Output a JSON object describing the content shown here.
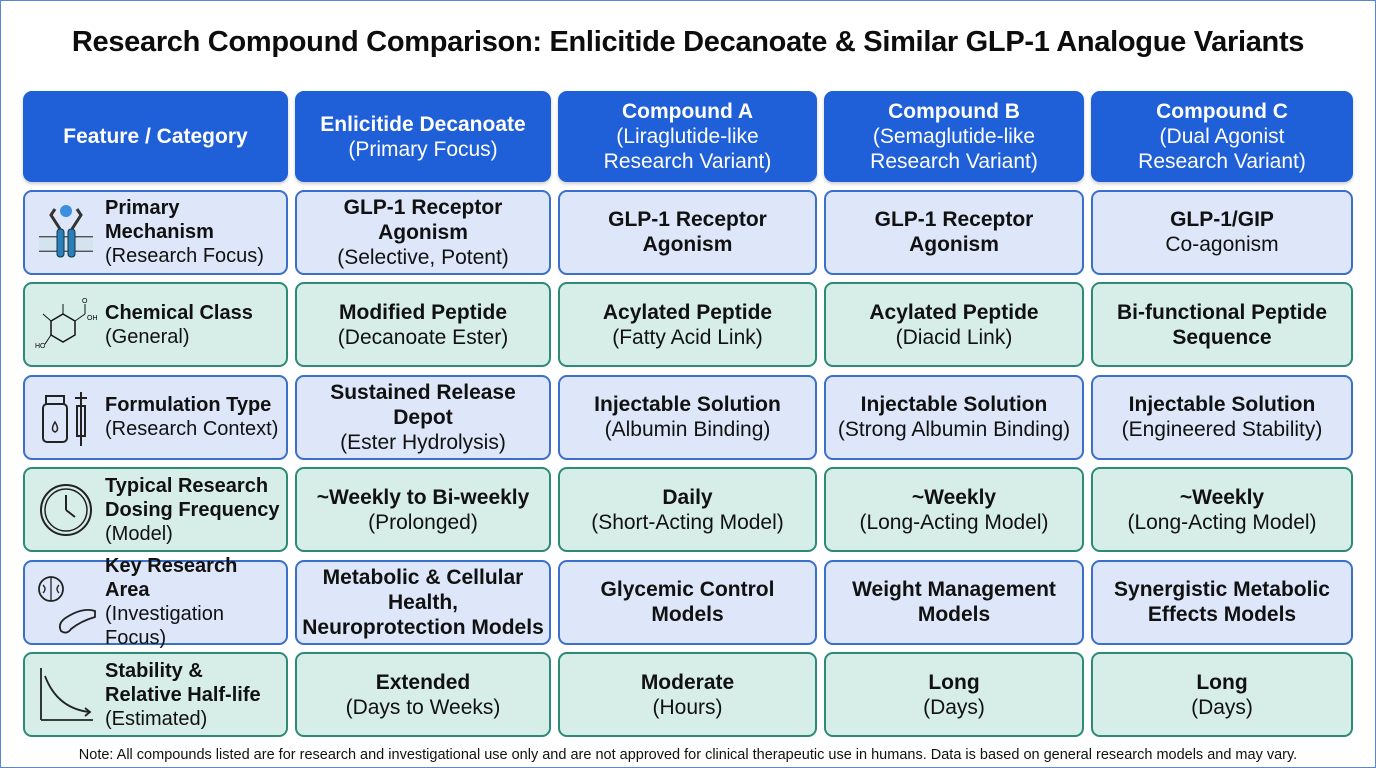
{
  "title": "Research Compound Comparison: Enlicitide Decanoate & Similar GLP-1 Analogue Variants",
  "header": [
    [
      {
        "t": "Feature / Category",
        "b": true
      }
    ],
    [
      {
        "t": "Enlicitide Decanoate",
        "b": true
      },
      {
        "t": "(Primary Focus)",
        "b": false
      }
    ],
    [
      {
        "t": "Compound A",
        "b": true
      },
      {
        "t": "(Liraglutide-like",
        "b": false
      },
      {
        "t": "Research Variant)",
        "b": false
      }
    ],
    [
      {
        "t": "Compound B",
        "b": true
      },
      {
        "t": "(Semaglutide-like",
        "b": false
      },
      {
        "t": "Research Variant)",
        "b": false
      }
    ],
    [
      {
        "t": "Compound C",
        "b": true
      },
      {
        "t": "(Dual Agonist",
        "b": false
      },
      {
        "t": "Research Variant)",
        "b": false
      }
    ]
  ],
  "rows": [
    {
      "icon": "receptor-icon",
      "tone": "blue",
      "cells": [
        [
          {
            "t": "Primary",
            "b": true
          },
          {
            "t": "Mechanism",
            "b": true
          },
          {
            "t": "(Research Focus)",
            "b": false
          }
        ],
        [
          {
            "t": "GLP-1 Receptor",
            "b": true
          },
          {
            "t": "Agonism",
            "b": true
          },
          {
            "t": "(Selective, Potent)",
            "b": false
          }
        ],
        [
          {
            "t": "GLP-1 Receptor",
            "b": true
          },
          {
            "t": "Agonism",
            "b": true
          }
        ],
        [
          {
            "t": "GLP-1 Receptor",
            "b": true
          },
          {
            "t": "Agonism",
            "b": true
          }
        ],
        [
          {
            "t": "GLP-1/GIP",
            "b": true
          },
          {
            "t": "Co-agonism",
            "b": false
          }
        ]
      ]
    },
    {
      "icon": "chemical-structure-icon",
      "tone": "green",
      "icon_labels": [
        "HO",
        "OH",
        "O"
      ],
      "cells": [
        [
          {
            "t": "Chemical Class",
            "b": true
          },
          {
            "t": "(General)",
            "b": false
          }
        ],
        [
          {
            "t": "Modified Peptide",
            "b": true
          },
          {
            "t": "(Decanoate Ester)",
            "b": false
          }
        ],
        [
          {
            "t": "Acylated Peptide",
            "b": true
          },
          {
            "t": "(Fatty Acid Link)",
            "b": false
          }
        ],
        [
          {
            "t": "Acylated Peptide",
            "b": true
          },
          {
            "t": "(Diacid Link)",
            "b": false
          }
        ],
        [
          {
            "t": "Bi-functional Peptide",
            "b": true
          },
          {
            "t": "Sequence",
            "b": true
          }
        ]
      ]
    },
    {
      "icon": "vial-syringe-icon",
      "tone": "blue",
      "cells": [
        [
          {
            "t": "Formulation Type",
            "b": true
          },
          {
            "t": "(Research Context)",
            "b": false
          }
        ],
        [
          {
            "t": "Sustained Release",
            "b": true
          },
          {
            "t": "Depot",
            "b": true
          },
          {
            "t": "(Ester Hydrolysis)",
            "b": false
          }
        ],
        [
          {
            "t": "Injectable Solution",
            "b": true
          },
          {
            "t": "(Albumin Binding)",
            "b": false
          }
        ],
        [
          {
            "t": "Injectable Solution",
            "b": true
          },
          {
            "t": "(Strong Albumin Binding)",
            "b": false
          }
        ],
        [
          {
            "t": "Injectable Solution",
            "b": true
          },
          {
            "t": "(Engineered Stability)",
            "b": false
          }
        ]
      ]
    },
    {
      "icon": "clock-icon",
      "tone": "green",
      "cells": [
        [
          {
            "t": "Typical Research",
            "b": true
          },
          {
            "t": "Dosing Frequency",
            "b": true
          },
          {
            "t": "(Model)",
            "b": false
          }
        ],
        [
          {
            "t": "~Weekly to Bi-weekly",
            "b": true
          },
          {
            "t": "(Prolonged)",
            "b": false
          }
        ],
        [
          {
            "t": "Daily",
            "b": true
          },
          {
            "t": "(Short-Acting Model)",
            "b": false
          }
        ],
        [
          {
            "t": "~Weekly",
            "b": true
          },
          {
            "t": "(Long-Acting Model)",
            "b": false
          }
        ],
        [
          {
            "t": "~Weekly",
            "b": true
          },
          {
            "t": "(Long-Acting Model)",
            "b": false
          }
        ]
      ]
    },
    {
      "icon": "brain-pancreas-icon",
      "tone": "blue",
      "cells": [
        [
          {
            "t": "Key Research Area",
            "b": true
          },
          {
            "t": "(Investigation Focus)",
            "b": false
          }
        ],
        [
          {
            "t": "Metabolic & Cellular",
            "b": true
          },
          {
            "t": "Health,",
            "b": true
          },
          {
            "t": "Neuroprotection Models",
            "b": true
          }
        ],
        [
          {
            "t": "Glycemic Control",
            "b": true
          },
          {
            "t": "Models",
            "b": true
          }
        ],
        [
          {
            "t": "Weight Management",
            "b": true
          },
          {
            "t": "Models",
            "b": true
          }
        ],
        [
          {
            "t": "Synergistic Metabolic",
            "b": true
          },
          {
            "t": "Effects Models",
            "b": true
          }
        ]
      ]
    },
    {
      "icon": "decay-curve-icon",
      "tone": "green",
      "cells": [
        [
          {
            "t": "Stability &",
            "b": true
          },
          {
            "t": "Relative Half-life",
            "b": true
          },
          {
            "t": "(Estimated)",
            "b": false
          }
        ],
        [
          {
            "t": "Extended",
            "b": true
          },
          {
            "t": "(Days to Weeks)",
            "b": false
          }
        ],
        [
          {
            "t": "Moderate",
            "b": true
          },
          {
            "t": "(Hours)",
            "b": false
          }
        ],
        [
          {
            "t": "Long",
            "b": true
          },
          {
            "t": "(Days)",
            "b": false
          }
        ],
        [
          {
            "t": "Long",
            "b": true
          },
          {
            "t": "(Days)",
            "b": false
          }
        ]
      ]
    }
  ],
  "note": "Note: All compounds listed are for research and investigational use only and are not approved for clinical therapeutic use in humans. Data is based on general research models and may vary.",
  "colors": {
    "header": "#1f5fd8",
    "blue_row": "#dde7f9",
    "green_row": "#d7eee8",
    "blue_border": "#3b6fcc",
    "green_border": "#2c8a76"
  }
}
